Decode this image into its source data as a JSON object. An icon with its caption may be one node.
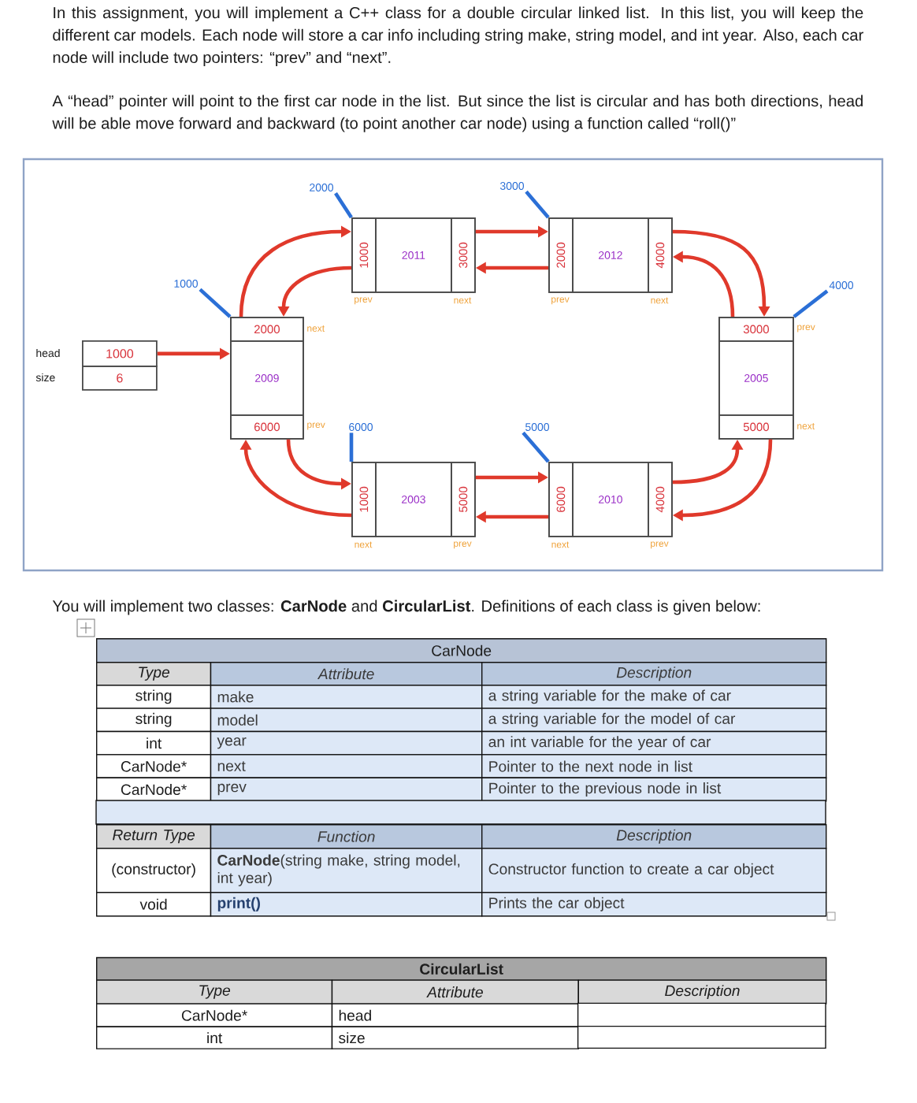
{
  "diagram": {
    "nodes": [
      {
        "text": [
          "2000"
        ]
      },
      {
        "text": [
          "3000"
        ]
      },
      {
        "text": [],
        "shape": "box"
      },
      {
        "text": [
          "1000"
        ],
        "in": 2,
        "beside": [
          "prev"
        ]
      },
      {
        "text": [
          "2011"
        ],
        "in": 2
      },
      {
        "text": [
          "3000"
        ],
        "in": 2,
        "beside": [
          "next"
        ]
      },
      {
        "text": [],
        "shape": "box"
      },
      {
        "text": [
          "2000"
        ],
        "in": 6,
        "beside": [
          "prev"
        ]
      },
      {
        "text": [
          "2012"
        ],
        "in": 6
      },
      {
        "text": [
          "4000"
        ],
        "in": 6,
        "beside": [
          "next"
        ]
      },
      {
        "text": [
          "1000"
        ]
      },
      {
        "text": [
          "4000"
        ]
      },
      {
        "text": [
          "1000"
        ],
        "beside": [
          "head"
        ]
      },
      {
        "text": [
          "6"
        ],
        "beside": [
          "size"
        ]
      },
      {
        "text": [],
        "shape": "box"
      },
      {
        "text": [
          "2000"
        ],
        "in": 14,
        "beside": [
          "next"
        ]
      },
      {
        "text": [
          "2009"
        ],
        "in": 14
      },
      {
        "text": [
          "6000"
        ],
        "in": 14,
        "beside": [
          "prev"
        ]
      },
      {
        "text": [],
        "shape": "box"
      },
      {
        "text": [
          "3000"
        ],
        "in": 18,
        "beside": [
          "prev"
        ]
      },
      {
        "text": [
          "2005"
        ],
        "in": 18
      },
      {
        "text": [
          "5000"
        ],
        "in": 18,
        "beside": [
          "next"
        ]
      },
      {
        "text": [
          "6000"
        ]
      },
      {
        "text": [
          "5000"
        ]
      },
      {
        "text": [],
        "shape": "box"
      },
      {
        "text": [
          "1000"
        ],
        "in": 24,
        "beside": [
          "next"
        ]
      },
      {
        "text": [
          "2003"
        ],
        "in": 24
      },
      {
        "text": [
          "5000"
        ],
        "in": 24,
        "beside": [
          "prev"
        ]
      },
      {
        "text": [],
        "shape": "box"
      },
      {
        "text": [
          "6000"
        ],
        "in": 28,
        "beside": [
          "next"
        ]
      },
      {
        "text": [
          "2010"
        ],
        "in": 28
      },
      {
        "text": [
          "4000"
        ],
        "in": 28,
        "beside": [
          "prev"
        ]
      }
    ],
    "edges": [
      {
        "from": 0,
        "to": 2,
        "arrow": "none",
        "color": "#2b6fd6"
      },
      {
        "from": 1,
        "to": 6,
        "arrow": "none",
        "color": "#2b6fd6"
      },
      {
        "from": 10,
        "to": 14,
        "arrow": "none",
        "color": "#2b6fd6"
      },
      {
        "from": 11,
        "to": 18,
        "arrow": "none",
        "color": "#2b6fd6"
      },
      {
        "from": 22,
        "to": 24,
        "arrow": "none",
        "color": "#2b6fd6"
      },
      {
        "from": 23,
        "to": 28,
        "arrow": "none",
        "color": "#2b6fd6"
      },
      {
        "from": 12,
        "to": 14,
        "arrow": "to"
      },
      {
        "from": 15,
        "to": 2,
        "arrow": "to"
      },
      {
        "from": 3,
        "to": 14,
        "arrow": "to"
      },
      {
        "from": 5,
        "to": 6,
        "arrow": "to"
      },
      {
        "from": 7,
        "to": 2,
        "arrow": "to"
      },
      {
        "from": 9,
        "to": 18,
        "arrow": "to"
      },
      {
        "from": 19,
        "to": 6,
        "arrow": "to"
      },
      {
        "from": 21,
        "to": 28,
        "arrow": "to"
      },
      {
        "from": 31,
        "to": 18,
        "arrow": "to"
      },
      {
        "from": 29,
        "to": 24,
        "arrow": "to"
      },
      {
        "from": 27,
        "to": 28,
        "arrow": "to"
      },
      {
        "from": 25,
        "to": 14,
        "arrow": "to"
      },
      {
        "from": 17,
        "to": 24,
        "arrow": "to"
      }
    ],
    "labels": [
      "In this assignment, you will implement a C++ class for a double circular linked list. In this list, you will keep the different car models. Each node will store a car info including string make, string model, and int year. Also, each car node will include two pointers: “prev” and “next”.",
      "A “head” pointer will point to the first car node in the list. But since the list is circular and has both directions, head will be able move forward and backward (to point another car node) using a function called “roll()”",
      "You will implement two classes: **CarNode** and **CircularList**. Definitions of each class is given below:",
      "CarNode",
      "Type",
      "Attribute",
      "Description",
      "string",
      "make",
      "a string variable for the make of car",
      "string",
      "model",
      "a string variable for the model of car",
      "int",
      "year",
      "an int variable for the year of car",
      "CarNode*",
      "next",
      "Pointer to the next node in list",
      "CarNode*",
      "prev",
      "Pointer to the previous node in list",
      "Return Type",
      "Function",
      "Description",
      "(constructor)",
      "**CarNode**(string make, string model, int year)",
      "Constructor function to create a car object",
      "void",
      "print()",
      "Prints the car object",
      "CircularList",
      "Type",
      "Attribute",
      "Description",
      "CarNode*",
      "head",
      "int",
      "size"
    ]
  }
}
